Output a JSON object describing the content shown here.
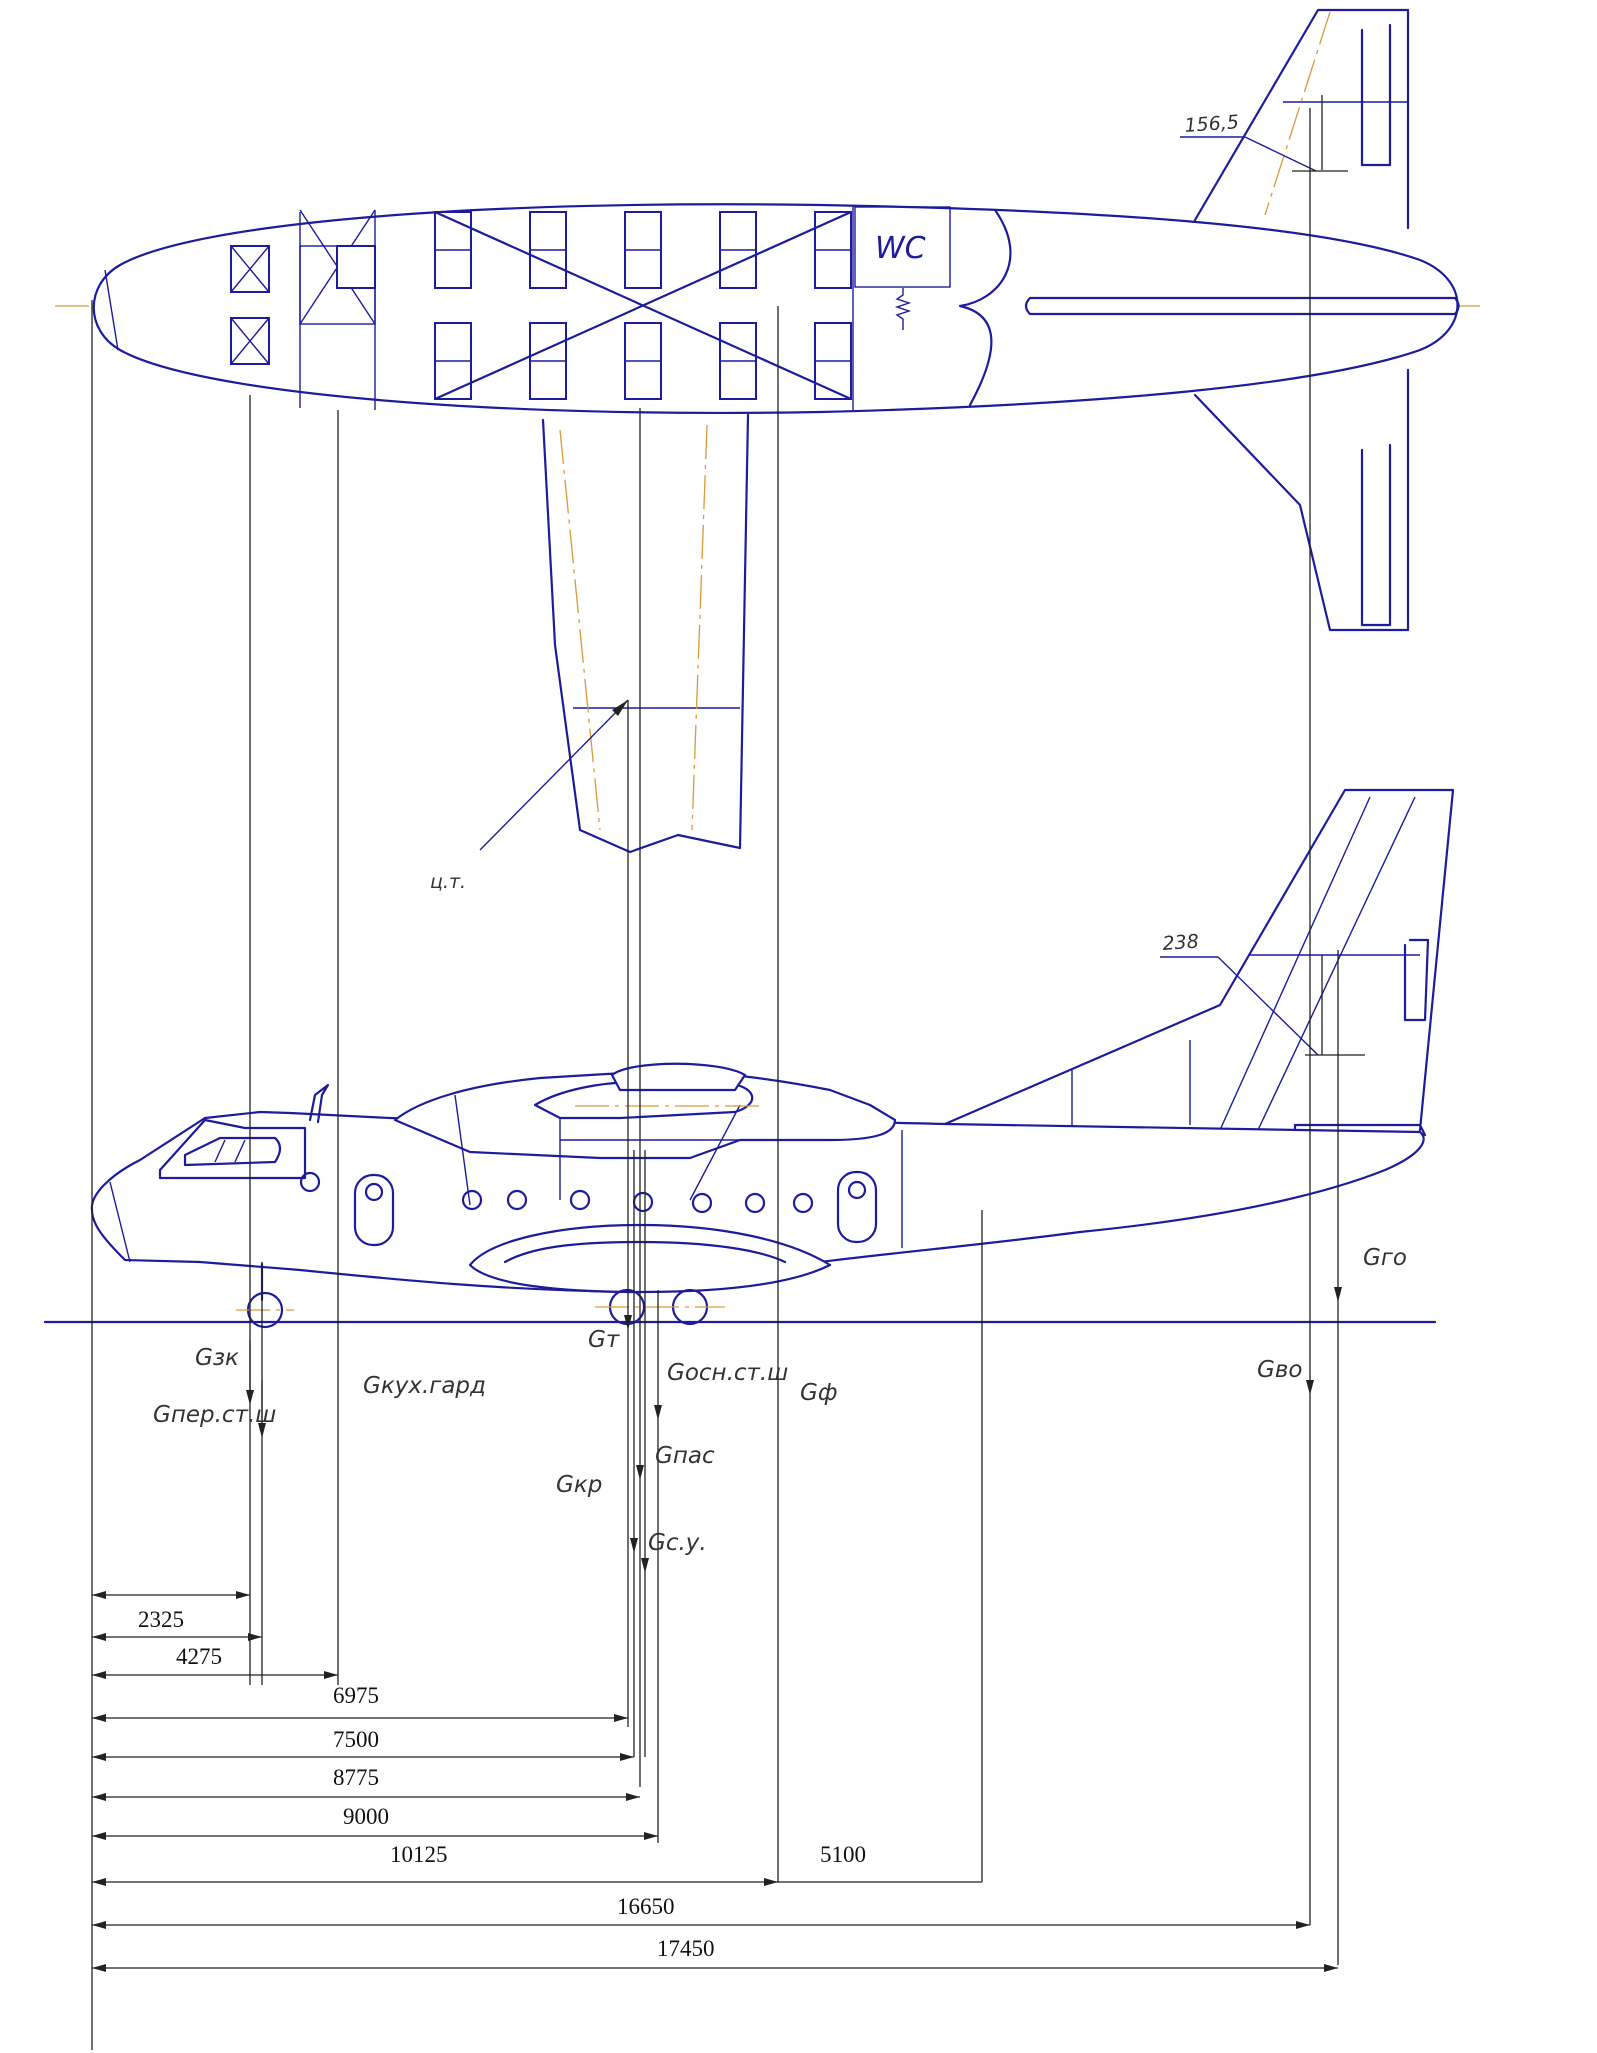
{
  "labels": {
    "wc": "WC",
    "cg_note": "ц.т.",
    "dim_top_view": "156,5",
    "dim_side_view": "238"
  },
  "weights": {
    "g_zk": "Gзк",
    "g_per": "Gпер.ст.ш",
    "g_kuh": "Gкух.гард",
    "g_t": "Gт",
    "g_osn": "Gосн.ст.ш",
    "g_f": "Gф",
    "g_pas": "Gпас",
    "g_kr": "Gкр",
    "g_su": "Gс.у.",
    "g_vo": "Gво",
    "g_go": "Gго"
  },
  "dimensions": {
    "d2325": "2325",
    "d4275": "4275",
    "d6975": "6975",
    "d7500": "7500",
    "d8775": "8775",
    "d9000": "9000",
    "d10125": "10125",
    "d5100": "5100",
    "d16650": "16650",
    "d17450": "17450"
  },
  "colors": {
    "outline": "#1c1c9c",
    "axis": "#d89a3a",
    "dimension": "#222222"
  }
}
